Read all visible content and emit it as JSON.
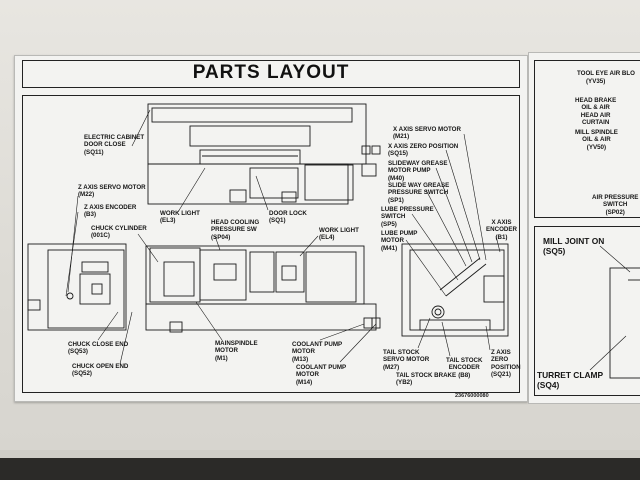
{
  "title": "PARTS LAYOUT",
  "doc_number": "23676000080",
  "labels": {
    "electric_cabinet": "ELECTRIC CABINET\nDOOR CLOSE\n(SQ11)",
    "z_servo": "Z AXIS SERVO MOTOR\n(M22)",
    "z_encoder": "Z AXIS ENCODER\n(B3)",
    "chuck_cyl": "CHUCK CYLINDER\n(001C)",
    "work_light_el3": "WORK LIGHT\n(EL3)",
    "head_cooling": "HEAD COOLING\nPRESSURE SW\n(SP04)",
    "door_lock": "DOOR LOCK\n(SQ1)",
    "work_light_el4": "WORK LIGHT\n(EL4)",
    "x_servo": "X AXIS SERVO MOTOR\n(M21)",
    "x_zero": "X AXIS ZERO POSITION\n(SQ15)",
    "slideway_pump": "SLIDEWAY GREASE\nMOTOR PUMP\n(M40)",
    "slideway_switch": "SLIDE WAY GREASE\nPRESSURE SWITCH\n(SP1)",
    "lube_switch": "LUBE PRESSURE\nSWITCH\n(SP5)",
    "lube_pump": "LUBE PUMP\nMOTOR\n(M41)",
    "x_encoder": "X AXIS\nENCODER\n(B1)",
    "chuck_close": "CHUCK CLOSE END\n(SQ53)",
    "chuck_open": "CHUCK OPEN END\n(SQ52)",
    "mainspindle": "MAINSPINDLE\nMOTOR\n(M1)",
    "coolant_m13": "COOLANT PUMP\nMOTOR\n(M13)",
    "coolant_m14": "COOLANT PUMP\nMOTOR\n(M14)",
    "tail_servo": "TAIL STOCK\nSERVO MOTOR\n(M27)",
    "tail_brake": "TAIL STOCK BRAKE\n(YB2)",
    "tail_encoder": "TAIL STOCK\nENCODER\n(B8)",
    "z_zero": "Z AXIS\nZERO\nPOSITION\n(SQ21)",
    "tool_eye": "TOOL EYE AIR BLO",
    "tool_eye_code": "(YV35)",
    "head_brake": "HEAD BRAKE\nOIL & AIR\nHEAD AIR\nCURTAIN",
    "mill_spindle": "MILL SPINDLE\nOIL & AIR\n(YV50)",
    "air_pressure": "AIR PRESSURE\nSWITCH\n(SP02)",
    "mill_joint": "MILL JOINT ON\n(SQ5)",
    "turret_clamp": "TURRET CLAMP\n(SQ4)"
  }
}
